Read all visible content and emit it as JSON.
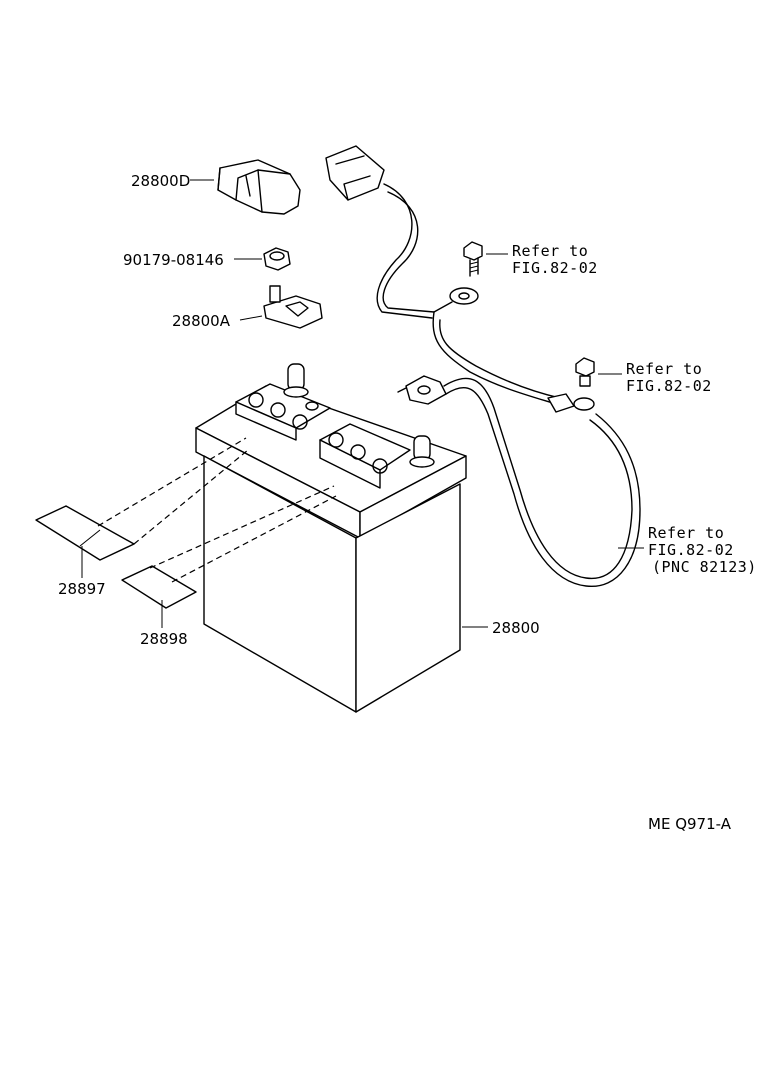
{
  "parts": {
    "terminal_cover": "28800D",
    "nut": "90179-08146",
    "battery_clamp": "28800A",
    "label_1": "28897",
    "label_2": "28898",
    "battery": "28800"
  },
  "references": {
    "ref1_line1": "Refer to",
    "ref1_line2": "FIG.82-02",
    "ref2_line1": "Refer to",
    "ref2_line2": "FIG.82-02",
    "ref3_line1": "Refer to",
    "ref3_line2": "FIG.82-02",
    "ref3_line3": "(PNC 82123)"
  },
  "figure_code": "ME  Q971-A"
}
